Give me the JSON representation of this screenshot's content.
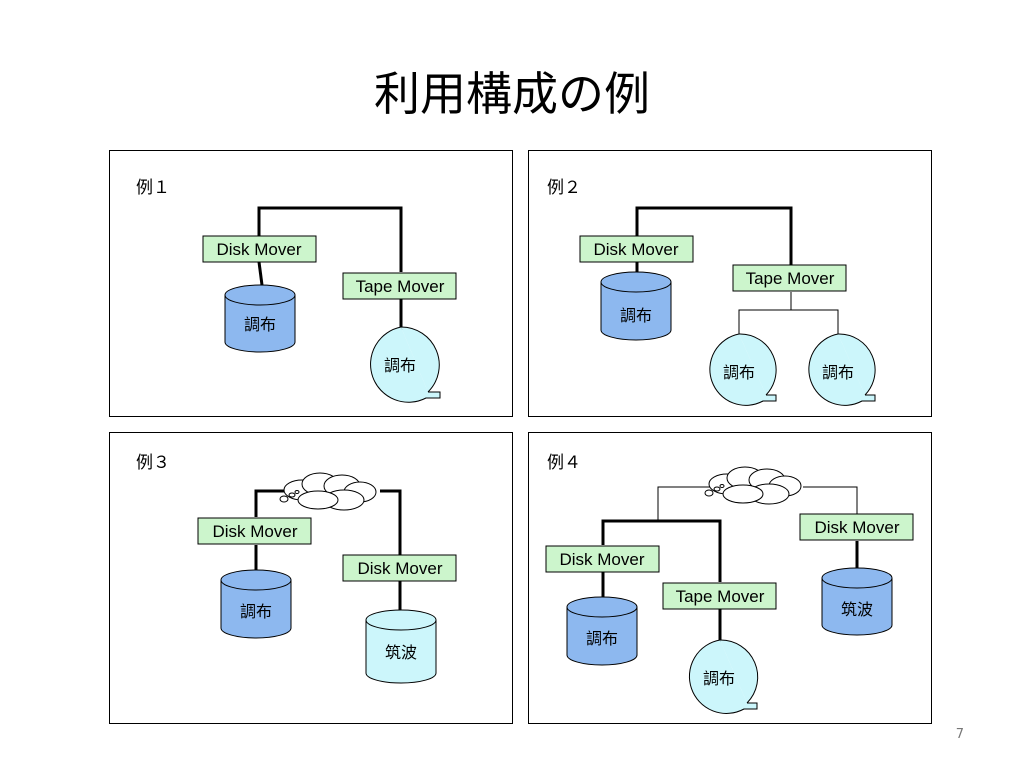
{
  "slide": {
    "title": "利用構成の例",
    "page_number": "7"
  },
  "colors": {
    "disk_fill": "#8db8ef",
    "tape_fill": "#ccf6fb",
    "mover_fill": "#ccf5cc",
    "line": "#000000"
  },
  "examples": [
    {
      "label": "例１",
      "disk_mover": "Disk Mover",
      "tape_mover": "Tape Mover",
      "disk_site": "調布",
      "tape_site": "調布"
    },
    {
      "label": "例２",
      "disk_mover": "Disk Mover",
      "tape_mover": "Tape Mover",
      "disk_site": "調布",
      "tape_sites": [
        "調布",
        "調布"
      ]
    },
    {
      "label": "例３",
      "disk_mover_1": "Disk Mover",
      "disk_mover_2": "Disk Mover",
      "disk_site_1": "調布",
      "disk_site_2": "筑波"
    },
    {
      "label": "例４",
      "disk_mover_1": "Disk Mover",
      "tape_mover": "Tape Mover",
      "disk_mover_2": "Disk Mover",
      "disk_site_1": "調布",
      "tape_site": "調布",
      "disk_site_2": "筑波"
    }
  ]
}
